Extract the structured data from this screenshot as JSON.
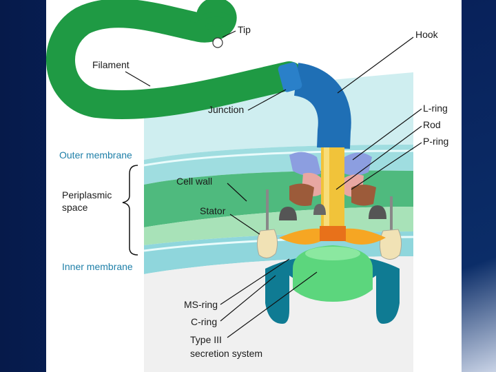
{
  "diagram": {
    "labels": {
      "tip": "Tip",
      "hook": "Hook",
      "filament": "Filament",
      "junction": "Junction",
      "l_ring": "L-ring",
      "rod": "Rod",
      "p_ring": "P-ring",
      "outer_membrane": "Outer membrane",
      "cell_wall": "Cell wall",
      "periplasmic_line1": "Periplasmic",
      "periplasmic_line2": "space",
      "stator": "Stator",
      "inner_membrane": "Inner membrane",
      "ms_ring": "MS-ring",
      "c_ring": "C-ring",
      "type3_line1": "Type III",
      "type3_line2": "secretion system"
    },
    "colors": {
      "filament_green": "#1f9a44",
      "hook_blue": "#1f6fb5",
      "membrane_cyan": "#bfe6ea",
      "cell_wall_green": "#59bf86",
      "c_ring_teal": "#0f7b93",
      "ms_ring_green": "#5cd67d",
      "rod_yellow": "#f1c33a",
      "label_blue": "#1e7fa8"
    }
  }
}
